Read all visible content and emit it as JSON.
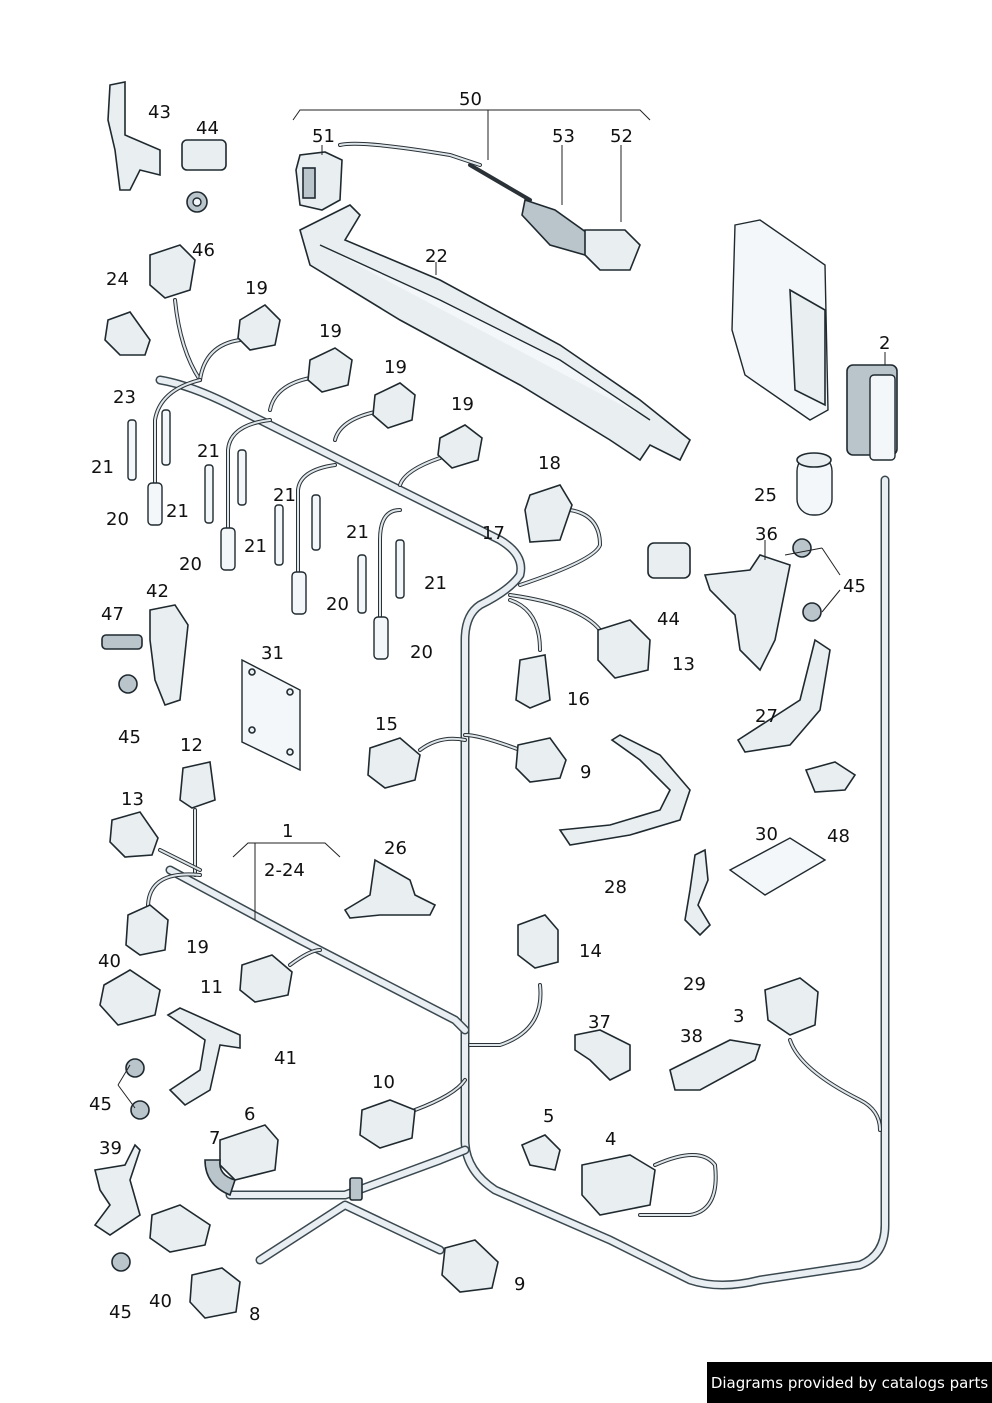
{
  "footer": {
    "text": "Diagrams provided by catalogs parts"
  },
  "labels": {
    "l50": "50",
    "l51": "51",
    "l53": "53",
    "l52": "52",
    "l43": "43",
    "l44a": "44",
    "l46": "46",
    "l24": "24",
    "l22": "22",
    "l19a": "19",
    "l19b": "19",
    "l19c": "19",
    "l19d": "19",
    "l23": "23",
    "l2": "2",
    "l21a": "21",
    "l21b": "21",
    "l21c": "21",
    "l21d": "21",
    "l21e": "21",
    "l21f": "21",
    "l21g": "21",
    "l20a": "20",
    "l20b": "20",
    "l20c": "20",
    "l20d": "20",
    "l18": "18",
    "l17": "17",
    "l25": "25",
    "l36": "36",
    "l45a": "45",
    "l42": "42",
    "l47": "47",
    "l44b": "44",
    "l13a": "13",
    "l16": "16",
    "l45b": "45",
    "l31": "31",
    "l27": "27",
    "l15": "15",
    "l9a": "9",
    "l12": "12",
    "l13b": "13",
    "l1": "1",
    "l2to24": "2-24",
    "l26": "26",
    "l28": "28",
    "l30": "30",
    "l48": "48",
    "l19e": "19",
    "l29": "29",
    "l40a": "40",
    "l14": "14",
    "l11": "11",
    "l41": "41",
    "l37": "37",
    "l38": "38",
    "l3": "3",
    "l45c": "45",
    "l10": "10",
    "l6": "6",
    "l5": "5",
    "l7": "7",
    "l4": "4",
    "l39": "39",
    "l9b": "9",
    "l45d": "45",
    "l40b": "40",
    "l8": "8"
  }
}
